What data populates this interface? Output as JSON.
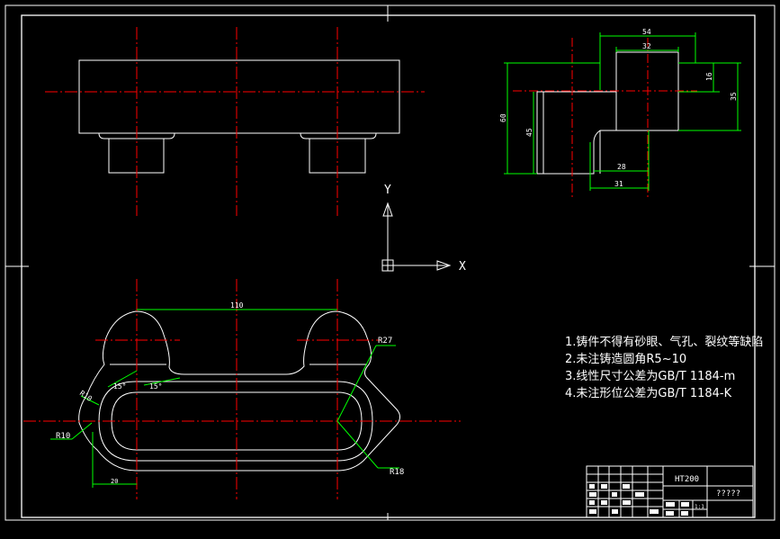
{
  "drawing": {
    "axis_labels": {
      "y": "Y",
      "x": "X"
    },
    "top_view_dims": {
      "width_54": "54",
      "width_32": "32",
      "height_16": "16",
      "height_35": "35",
      "height_60": "60",
      "height_45": "45",
      "width_28": "28",
      "width_31": "31"
    },
    "bottom_view_dims": {
      "len_110": "110",
      "r27": "R27",
      "r18": "R18",
      "r10": "R10",
      "r10b": "R10",
      "ang1": "15°",
      "ang2": "15°",
      "dim_20": "20"
    },
    "notes": [
      "1.铸件不得有砂眼、气孔、裂纹等缺陷",
      "2.未注铸造圆角R5~10",
      "3.线性尺寸公差为GB/T 1184-m",
      "4.未注形位公差为GB/T 1184-K"
    ],
    "title_block": {
      "material": "HT200",
      "name": "?????",
      "scale_mark": "1:1"
    }
  },
  "colors": {
    "outline": "#ffffff",
    "centerline": "#ff0000",
    "dimension": "#00ff00",
    "background": "#000000"
  }
}
